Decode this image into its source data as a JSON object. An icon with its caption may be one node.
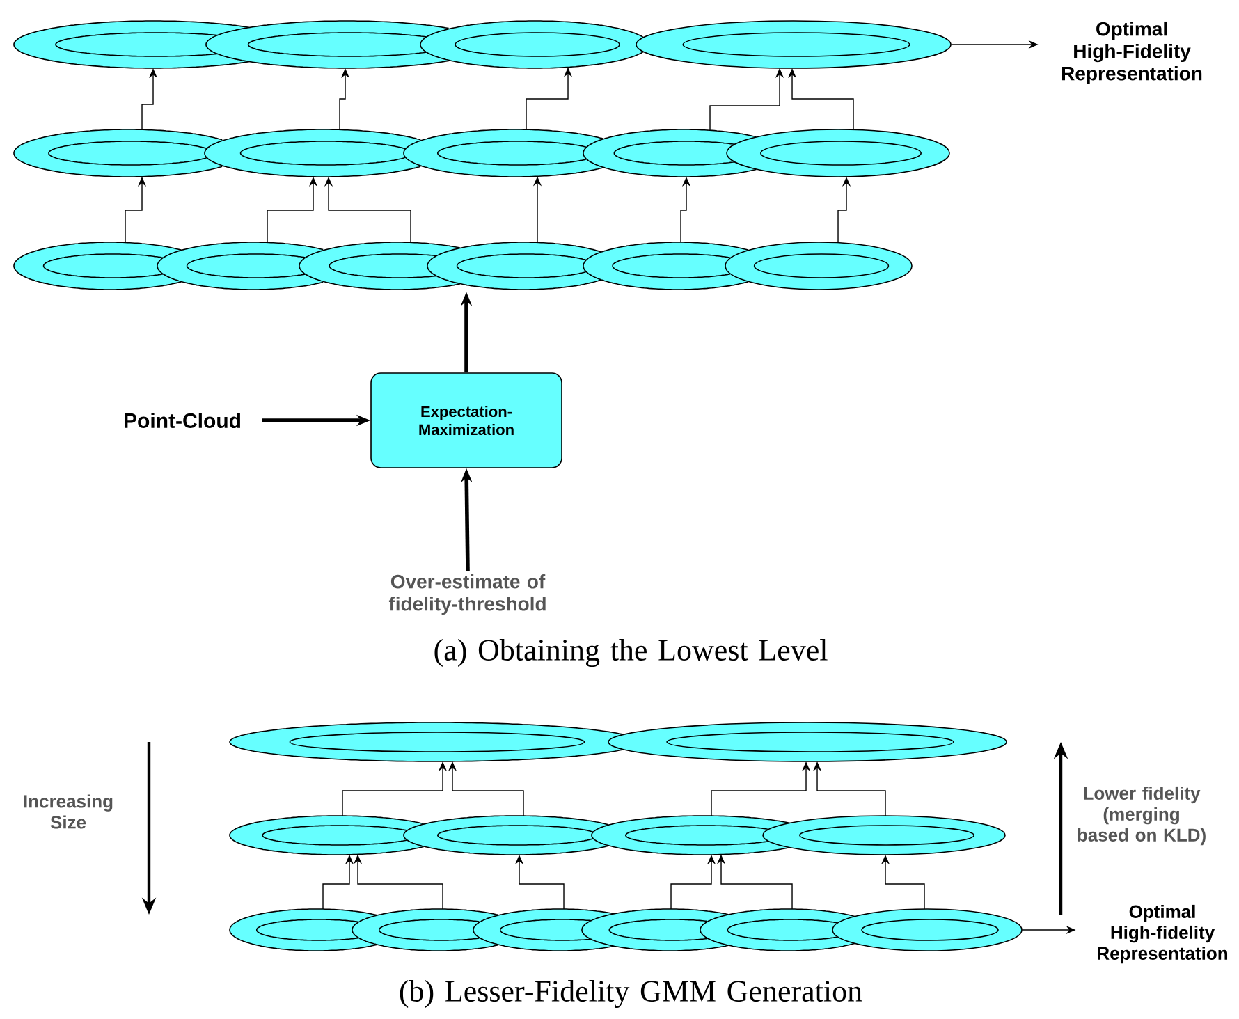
{
  "diagram": {
    "nodes": [
      {
        "text": [],
        "shape": "ellipse"
      },
      {
        "text": [],
        "shape": "ellipse"
      },
      {
        "text": [],
        "shape": "ellipse"
      },
      {
        "text": [],
        "shape": "ellipse"
      },
      {
        "text": [
          "Optimal High-Fidelity Representation"
        ]
      },
      {
        "text": [],
        "shape": "ellipse"
      },
      {
        "text": [],
        "shape": "ellipse"
      },
      {
        "text": [],
        "shape": "ellipse"
      },
      {
        "text": [],
        "shape": "ellipse"
      },
      {
        "text": [],
        "shape": "ellipse"
      },
      {
        "text": [],
        "shape": "ellipse"
      },
      {
        "text": [],
        "shape": "ellipse"
      },
      {
        "text": [],
        "shape": "ellipse"
      },
      {
        "text": [],
        "shape": "ellipse"
      },
      {
        "text": [],
        "shape": "ellipse"
      },
      {
        "text": [],
        "shape": "ellipse"
      },
      {
        "text": [
          "Point-Cloud"
        ]
      },
      {
        "text": [
          "Expectation-Maximization"
        ]
      },
      {
        "text": [
          "Over-estimate of fidelity-threshold"
        ]
      },
      {
        "text": [],
        "shape": "ellipse"
      },
      {
        "text": [],
        "shape": "ellipse"
      },
      {
        "text": [],
        "shape": "ellipse"
      },
      {
        "text": [],
        "shape": "ellipse"
      },
      {
        "text": [],
        "shape": "ellipse"
      },
      {
        "text": [],
        "shape": "ellipse"
      },
      {
        "text": [],
        "shape": "ellipse"
      },
      {
        "text": [],
        "shape": "ellipse"
      },
      {
        "text": [],
        "shape": "ellipse"
      },
      {
        "text": [],
        "shape": "ellipse"
      },
      {
        "text": [],
        "shape": "ellipse"
      },
      {
        "text": [],
        "shape": "ellipse"
      },
      {
        "text": [
          "Optimal High-fidelity Representation"
        ]
      }
    ],
    "edges": [
      {
        "from": 10,
        "to": 5,
        "arrow": "to"
      },
      {
        "from": 11,
        "to": 6,
        "arrow": "to"
      },
      {
        "from": 12,
        "to": 6,
        "arrow": "to"
      },
      {
        "from": 13,
        "to": 7,
        "arrow": "to"
      },
      {
        "from": 14,
        "to": 8,
        "arrow": "to"
      },
      {
        "from": 15,
        "to": 9,
        "arrow": "to"
      },
      {
        "from": 5,
        "to": 0,
        "arrow": "to"
      },
      {
        "from": 6,
        "to": 1,
        "arrow": "to"
      },
      {
        "from": 7,
        "to": 2,
        "arrow": "to"
      },
      {
        "from": 8,
        "to": 3,
        "arrow": "to"
      },
      {
        "from": 9,
        "to": 3,
        "arrow": "to"
      },
      {
        "from": 3,
        "to": 4,
        "arrow": "to"
      },
      {
        "from": 16,
        "to": 17,
        "arrow": "to",
        "style": "thick"
      },
      {
        "from": 18,
        "to": 17,
        "arrow": "to",
        "style": "thick"
      },
      {
        "from": 17,
        "to": 13,
        "arrow": "to",
        "style": "thick"
      },
      {
        "from": 25,
        "to": 21,
        "arrow": "to"
      },
      {
        "from": 26,
        "to": 21,
        "arrow": "to"
      },
      {
        "from": 27,
        "to": 22,
        "arrow": "to"
      },
      {
        "from": 28,
        "to": 23,
        "arrow": "to"
      },
      {
        "from": 29,
        "to": 23,
        "arrow": "to"
      },
      {
        "from": 30,
        "to": 24,
        "arrow": "to"
      },
      {
        "from": 21,
        "to": 19,
        "arrow": "to"
      },
      {
        "from": 22,
        "to": 19,
        "arrow": "to"
      },
      {
        "from": 23,
        "to": 20,
        "arrow": "to"
      },
      {
        "from": 24,
        "to": 20,
        "arrow": "to"
      },
      {
        "from": 30,
        "to": 31,
        "arrow": "to"
      }
    ],
    "labels": [
      "(a) Obtaining the Lowest Level",
      "Increasing Size",
      "Lower fidelity (merging based on KLD)",
      "(b) Lesser-Fidelity GMM Generation"
    ]
  }
}
